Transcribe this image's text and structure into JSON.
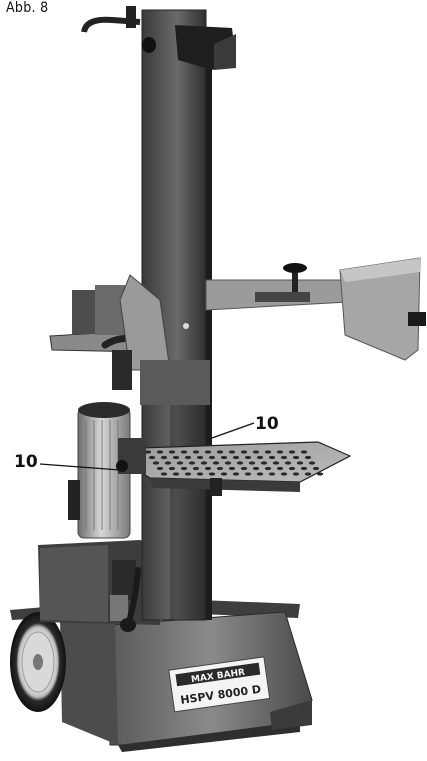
{
  "figure_label": "Abb. 8",
  "callouts": [
    "10",
    "10"
  ],
  "machine": {
    "brand": "MAX BAHR",
    "model": "HSPV 8000 D"
  }
}
